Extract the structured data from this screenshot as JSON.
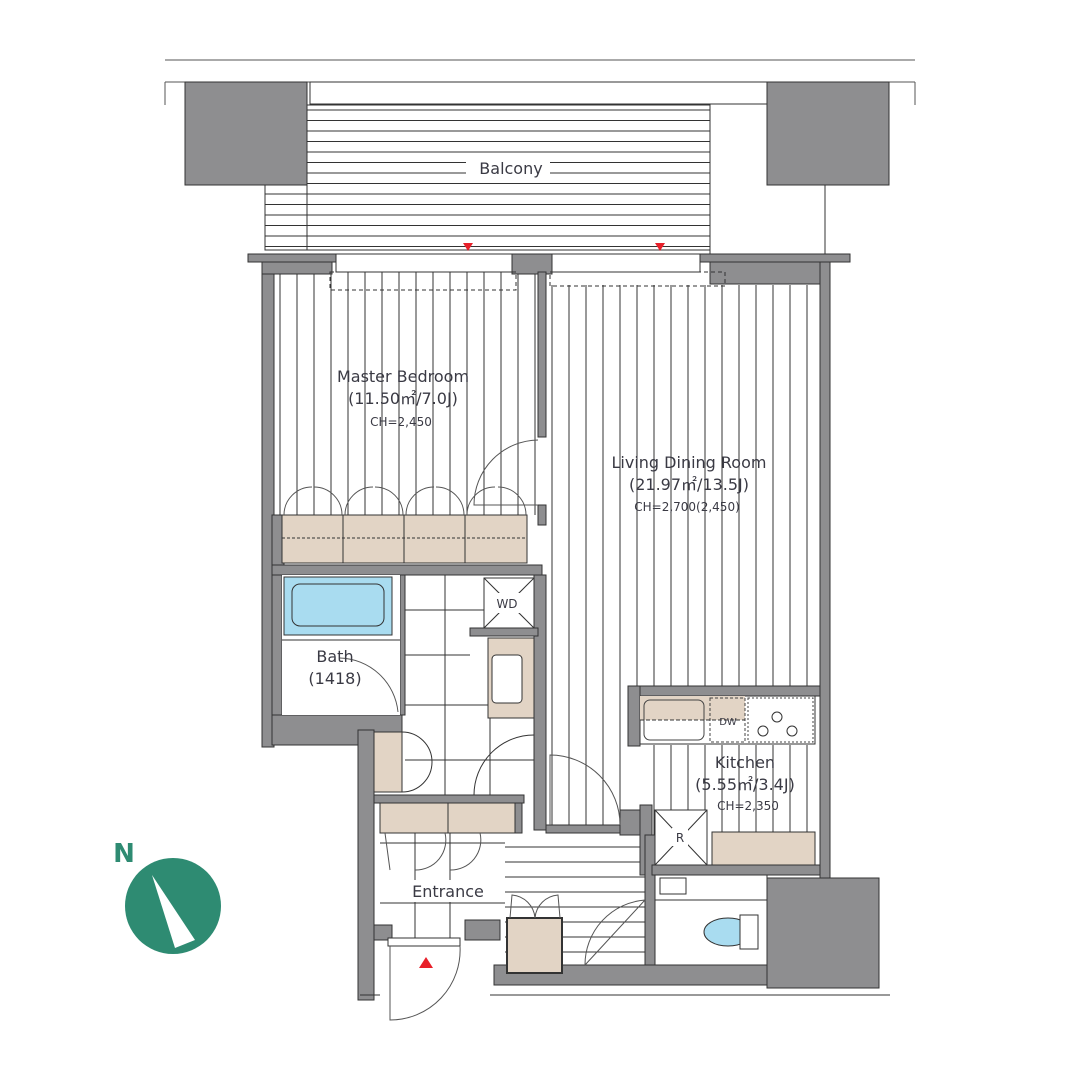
{
  "plan": {
    "balcony": "Balcony",
    "master_bedroom": {
      "name": "Master Bedroom",
      "area": "(11.50㎡/7.0J)",
      "ch": "CH=2,450"
    },
    "living_dining": {
      "name": "Living Dining Room",
      "area": "(21.97㎡/13.5J)",
      "ch": "CH=2,700(2,450)"
    },
    "kitchen": {
      "name": "Kitchen",
      "area": "(5.55㎡/3.4J)",
      "ch": "CH=2,350"
    },
    "bath": {
      "name": "Bath",
      "size": "(1418)"
    },
    "entrance": "Entrance",
    "wd": "WD",
    "dw": "DW",
    "fridge": "R"
  },
  "compass": {
    "label": "N",
    "color": "#2e8b72"
  },
  "colors": {
    "wall": "#8e8e90",
    "cabinet": "#e2d4c5",
    "bath": "#a9dcf0",
    "marker": "#e8202a"
  }
}
